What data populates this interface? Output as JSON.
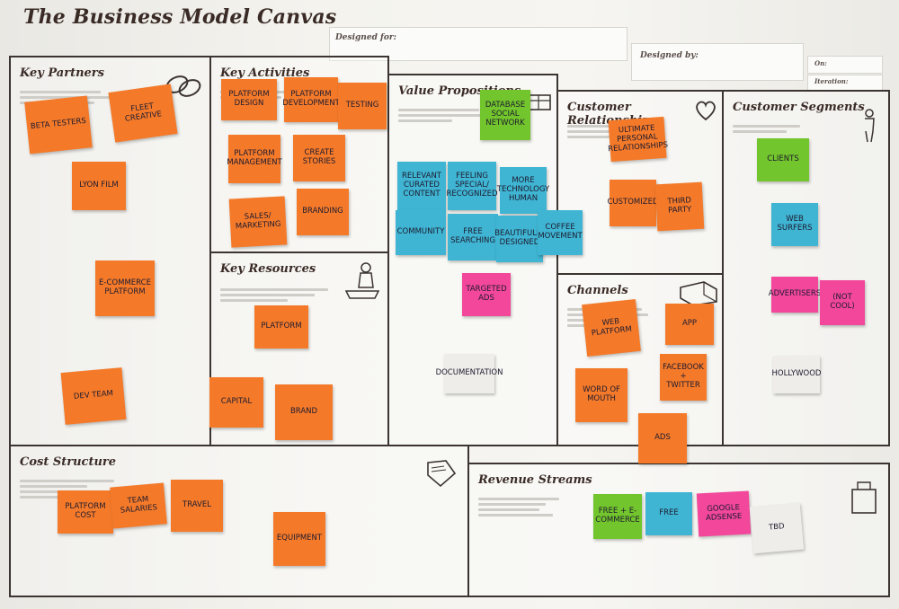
{
  "canvas": {
    "title": "The Business Model Canvas",
    "designed_for_label": "Designed for:",
    "designed_by_label": "Designed by:",
    "on_label": "On:",
    "iteration_label": "Iteration:"
  },
  "sections": {
    "key_partners": "Key Partners",
    "key_activities": "Key Activities",
    "key_resources": "Key Resources",
    "value_propositions": "Value Propositions",
    "customer_relationships": "Customer Relationships",
    "channels": "Channels",
    "customer_segments": "Customer Segments",
    "cost_structure": "Cost Structure",
    "revenue_streams": "Revenue Streams"
  },
  "notes": {
    "kp_beta_testers": "Beta Testers",
    "kp_fleet_creative": "Fleet Creative",
    "kp_lyon_film": "Lyon Film",
    "kp_ecommerce": "E-commerce platform",
    "kp_dev_team": "Dev Team",
    "ka_platform_design": "Platform Design",
    "ka_platform_development": "Platform Development",
    "ka_testing": "Testing",
    "ka_platform_management": "Platform Management",
    "ka_create_stories": "Create Stories",
    "ka_sales_marketing": "Sales/ Marketing",
    "ka_branding": "Branding",
    "kr_platform": "Platform",
    "kr_capital": "Capital",
    "kr_brand": "Brand",
    "vp_database": "Database Social network",
    "vp_relevant": "Relevant curated content",
    "vp_feeling": "Feeling special/ recognized",
    "vp_more_technology": "More technology human",
    "vp_community": "Community",
    "vp_free_searching": "Free searching",
    "vp_beautiful": "Beautifully designed",
    "vp_coffee": "Coffee movement",
    "vp_targeted_ads": "Targeted Ads",
    "vp_documentation": "Documentation",
    "cr_ultimate": "Ultimate personal relationships",
    "cr_customized": "Customized",
    "cr_third": "Third party",
    "ch_web": "Web platform",
    "ch_app": "App",
    "ch_facebook": "Facebook + Twitter",
    "ch_word": "Word of mouth",
    "ch_ads": "Ads",
    "cs_clients": "Clients",
    "cs_web_surfers": "Web surfers",
    "cs_advertisers": "Advertisers",
    "cs_not_cool": "(not cool)",
    "cs_hollywood": "Hollywood",
    "cost_platform": "Platform Cost",
    "cost_salaries": "Team salaries",
    "cost_travel": "Travel",
    "cost_equipment": "Equipment",
    "rev_free_ecommerce": "Free + E-commerce",
    "rev_free": "Free",
    "rev_google": "Google AdSense",
    "rev_tbd": "TBD"
  },
  "colors": {
    "orange": "#f47a2a",
    "blue": "#3fb5d3",
    "green": "#72c52c",
    "pink": "#f2479b",
    "white": "#eeede9",
    "border": "#3b3431"
  }
}
